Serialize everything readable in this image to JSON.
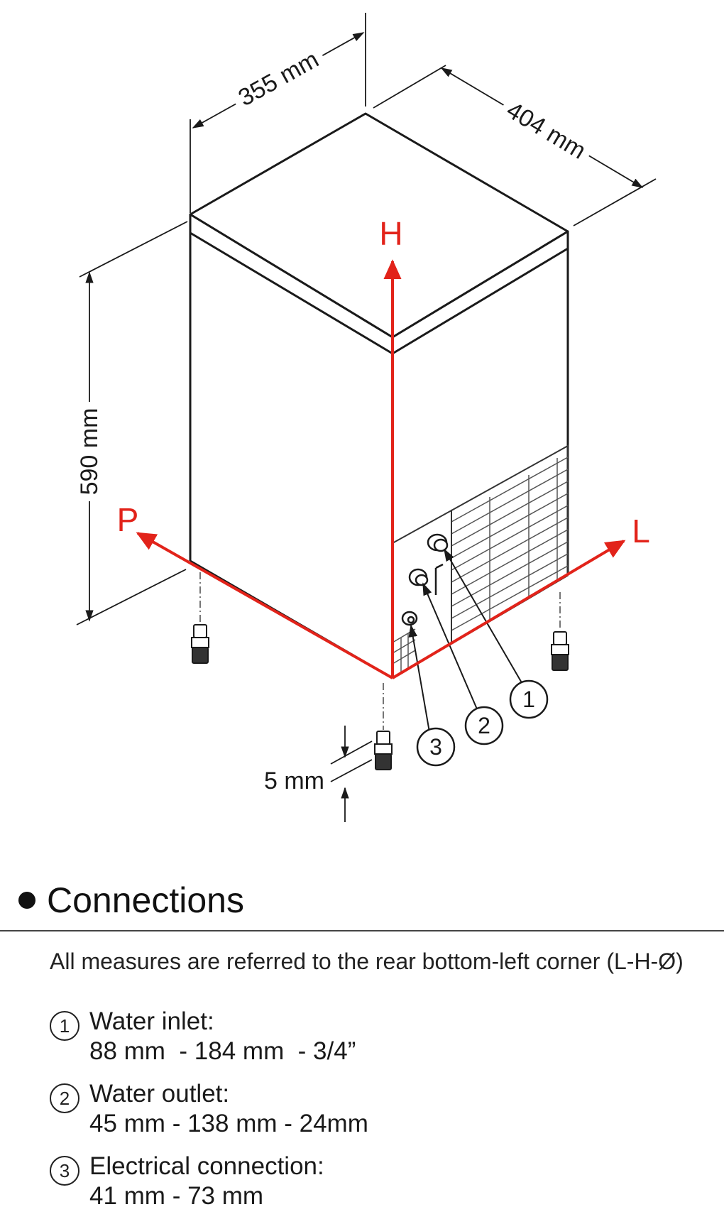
{
  "dimensions": {
    "width": "355 mm",
    "depth": "404 mm",
    "height": "590 mm",
    "feet": "5 mm"
  },
  "axes": {
    "h": "H",
    "p": "P",
    "l": "L"
  },
  "callouts": [
    "1",
    "2",
    "3"
  ],
  "colors": {
    "axis": "#e2231a",
    "line": "#1a1a1a"
  },
  "section": {
    "title": "Connections",
    "note": "All measures are referred to the rear bottom-left corner (L-H-Ø)",
    "items": [
      {
        "num": "1",
        "title": "Water inlet:",
        "value": "88 mm  - 184 mm  - 3/4”"
      },
      {
        "num": "2",
        "title": "Water outlet:",
        "value": "45 mm - 138 mm - 24mm"
      },
      {
        "num": "3",
        "title": "Electrical connection:",
        "value": "41 mm - 73 mm"
      }
    ]
  }
}
